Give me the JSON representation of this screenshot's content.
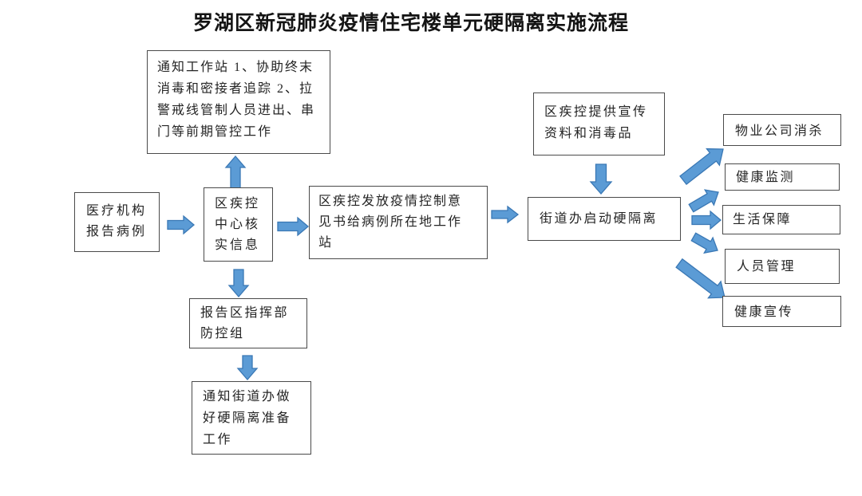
{
  "title": "罗湖区新冠肺炎疫情住宅楼单元硬隔离实施流程",
  "colors": {
    "arrow_fill": "#5B9BD5",
    "arrow_stroke": "#3A78B5",
    "box_border": "#4a4a4a",
    "text": "#242424",
    "background": "#ffffff"
  },
  "nodes": {
    "notify_workstation": {
      "text": "通知工作站 1、协助终末\n消毒和密接者追踪 2、拉\n警戒线管制人员进出、串\n门等前期管控工作"
    },
    "medical_report": {
      "text": "医疗机构\n报告病例"
    },
    "cdc_verify": {
      "text": "区疾控\n中心核\n实信息"
    },
    "issue_notice": {
      "text": "区疾控发放疫情控制意\n见书给病例所在地工作\n站"
    },
    "cdc_supplies": {
      "text": "区疾控提供宣传\n资料和消毒品"
    },
    "street_start": {
      "text": "街道办启动硬隔离"
    },
    "report_command": {
      "text": "报告区指挥部\n防控组"
    },
    "notify_street_prepare": {
      "text": "通知街道办做\n好硬隔离准备\n工作"
    },
    "property_disinfect": {
      "text": "物业公司消杀"
    },
    "health_monitor": {
      "text": "健康监测"
    },
    "life_support": {
      "text": "生活保障"
    },
    "personnel_mgmt": {
      "text": "人员管理"
    },
    "health_promo": {
      "text": "健康宣传"
    }
  },
  "connections": [
    {
      "id": "medical-to-cdc",
      "from": "medical_report",
      "to": "cdc_verify"
    },
    {
      "id": "cdc-to-notice",
      "from": "cdc_verify",
      "to": "issue_notice"
    },
    {
      "id": "notice-to-street",
      "from": "issue_notice",
      "to": "street_start"
    },
    {
      "id": "cdc-to-workstation",
      "from": "cdc_verify",
      "to": "notify_workstation"
    },
    {
      "id": "cdc-to-command",
      "from": "cdc_verify",
      "to": "report_command"
    },
    {
      "id": "command-to-prepare",
      "from": "report_command",
      "to": "notify_street_prepare"
    },
    {
      "id": "supplies-to-street",
      "from": "cdc_supplies",
      "to": "street_start"
    },
    {
      "id": "street-to-property",
      "from": "street_start",
      "to": "property_disinfect"
    },
    {
      "id": "street-to-health-monitor",
      "from": "street_start",
      "to": "health_monitor"
    },
    {
      "id": "street-to-life-support",
      "from": "street_start",
      "to": "life_support"
    },
    {
      "id": "street-to-personnel",
      "from": "street_start",
      "to": "personnel_mgmt"
    },
    {
      "id": "street-to-health-promo",
      "from": "street_start",
      "to": "health_promo"
    }
  ]
}
